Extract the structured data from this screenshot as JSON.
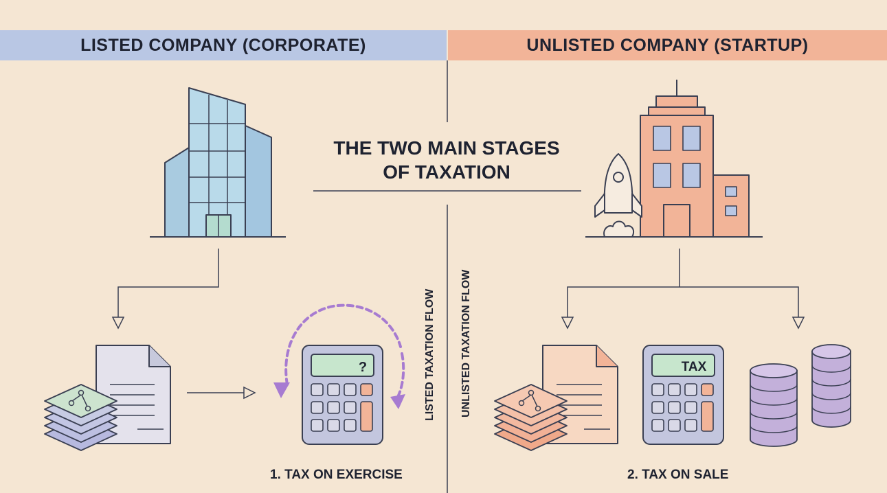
{
  "headers": {
    "left": "LISTED COMPANY (CORPORATE)",
    "right": "UNLISTED COMPANY (STARTUP)"
  },
  "title": {
    "line1": "THE TWO MAIN STAGES",
    "line2": "OF TAXATION"
  },
  "flows": {
    "left_label": "LISTED TAXATION FLOW",
    "right_label": "UNLISTED TAXATION FLOW"
  },
  "captions": {
    "left": "1. TAX ON EXERCISE",
    "right": "2. TAX ON SALE"
  },
  "calculators": {
    "left_display": "?",
    "right_display": "TAX"
  },
  "colors": {
    "background": "#f5e6d3",
    "listed_band": "#b9c7e4",
    "unlisted_band": "#f2b498",
    "dashed_arrow": "#a77bd1",
    "stroke": "#3a3f52"
  }
}
